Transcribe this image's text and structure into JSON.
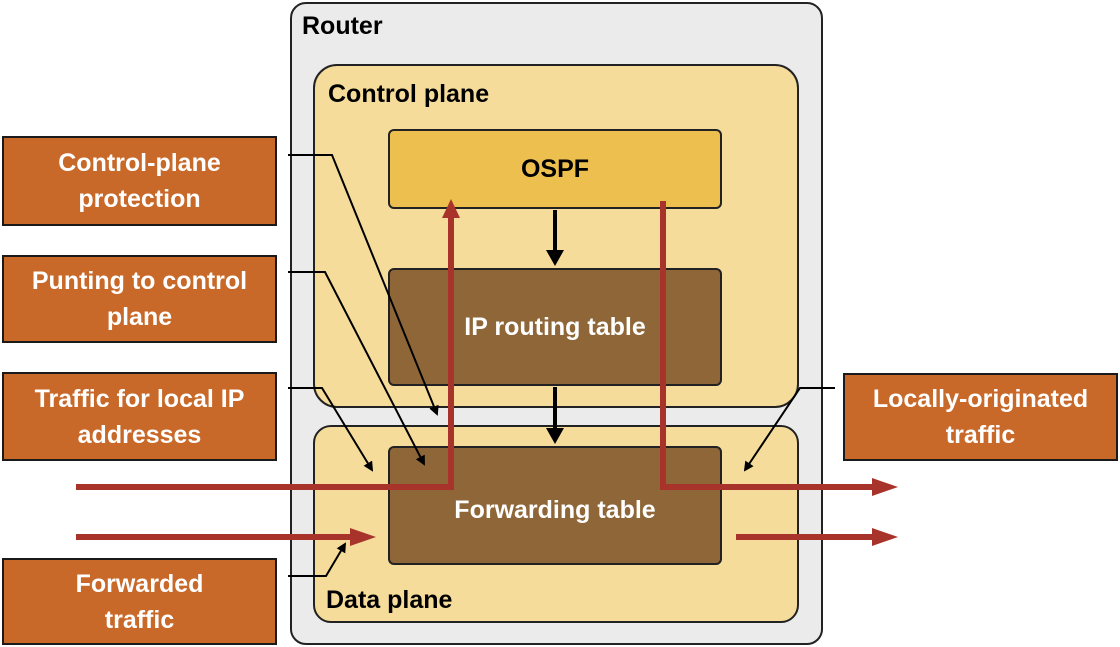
{
  "router": {
    "title": "Router"
  },
  "control_plane": {
    "title": "Control plane"
  },
  "data_plane": {
    "title": "Data plane"
  },
  "components": {
    "ospf": "OSPF",
    "ip_routing_table": "IP routing table",
    "forwarding_table": "Forwarding table"
  },
  "labels": {
    "control_plane_protection": "Control-plane protection",
    "punting_to_control_plane": "Punting to control plane",
    "traffic_for_local_ip": "Traffic for local IP addresses",
    "locally_originated_traffic": "Locally-originated traffic",
    "forwarded_traffic": "Forwarded traffic"
  },
  "colors": {
    "router_bg": "#ebebeb",
    "plane_bg": "#f5dc9a",
    "ospf_bg": "#edbf4f",
    "table_bg": "#8e6638",
    "label_bg": "#c8692a",
    "traffic_arrow": "#a8332b"
  }
}
